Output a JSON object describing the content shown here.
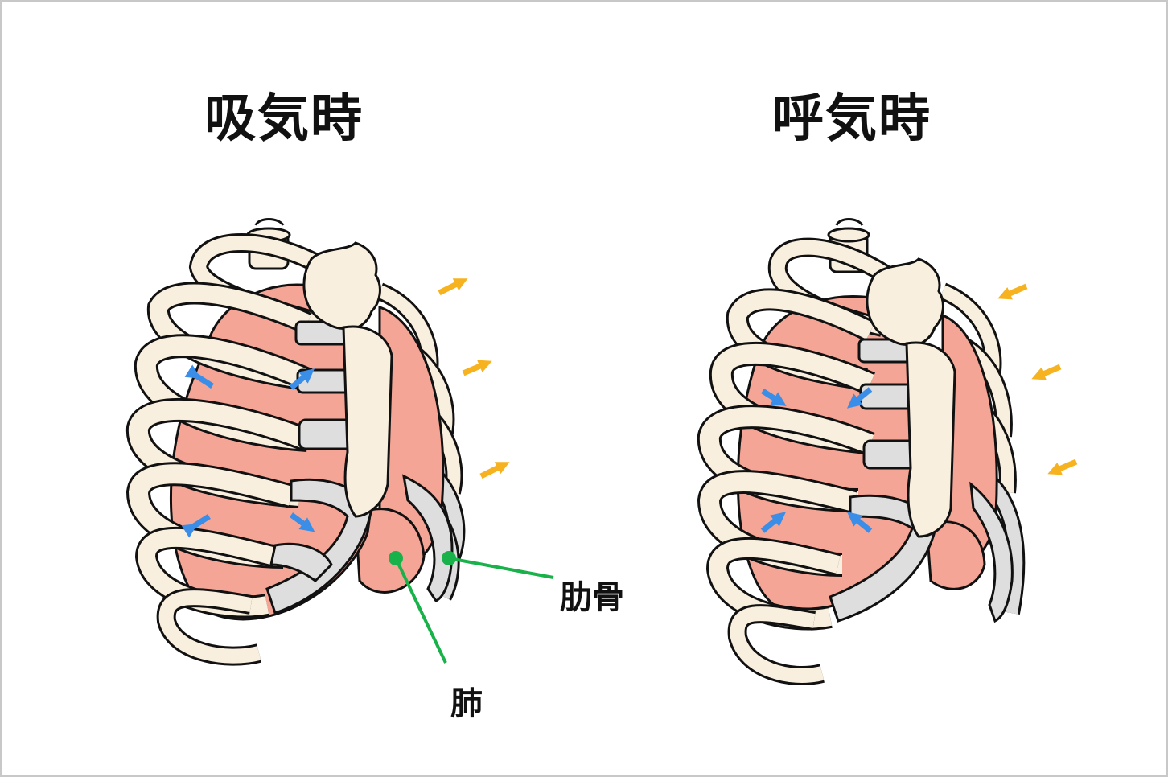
{
  "titles": {
    "inhale": "吸気時",
    "exhale": "呼気時"
  },
  "labels": {
    "rib": "肋骨",
    "lung": "肺"
  },
  "colors": {
    "lung": "#f4a596",
    "lung_light": "#f8bdb1",
    "bone": "#f8efdf",
    "cartilage": "#dedede",
    "outline": "#111111",
    "expand_arrow": "#3b8ee8",
    "move_arrow": "#f7b21f",
    "leader_line": "#19b14a"
  }
}
